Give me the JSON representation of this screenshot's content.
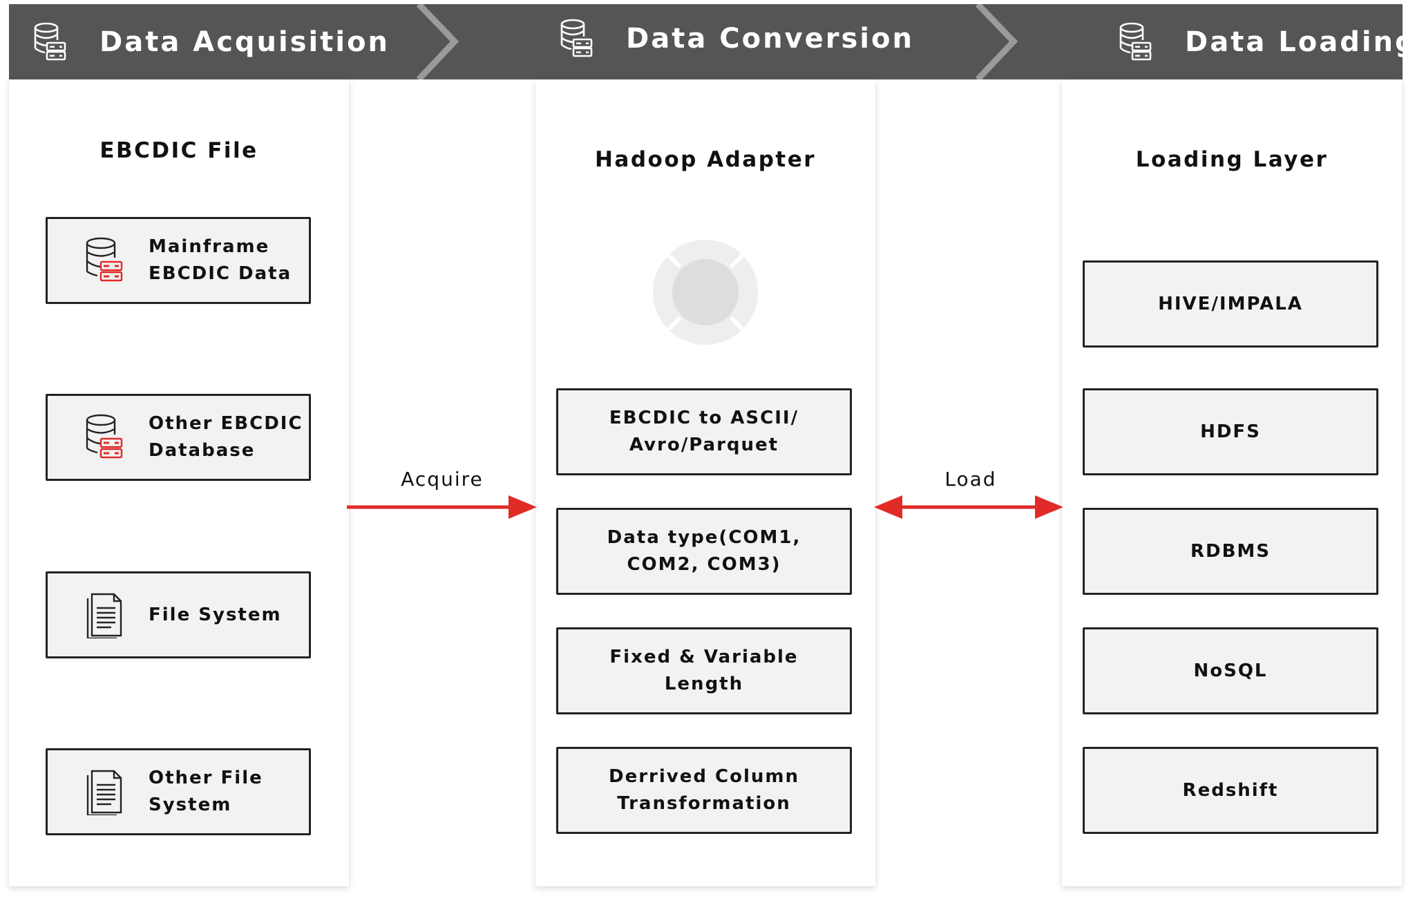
{
  "header": {
    "stages": [
      {
        "title": "Data Acquisition",
        "icon": "database-server-icon"
      },
      {
        "title": "Data Conversion",
        "icon": "database-server-icon"
      },
      {
        "title": "Data Loading",
        "icon": "database-server-icon"
      }
    ]
  },
  "acquisition": {
    "title": "EBCDIC File",
    "sources": [
      {
        "label": "Mainframe\nEBCDIC Data",
        "icon": "database-server-icon"
      },
      {
        "label": "Other EBCDIC\nDatabase",
        "icon": "database-server-icon"
      },
      {
        "label": "File System",
        "icon": "document-icon"
      },
      {
        "label": "Other File\nSystem",
        "icon": "document-icon"
      }
    ]
  },
  "conversion": {
    "title": "Hadoop Adapter",
    "logo": "hadoop-adapter-logo-icon",
    "steps": [
      "EBCDIC to ASCII/\nAvro/Parquet",
      "Data type(COM1,\nCOM2, COM3)",
      "Fixed & Variable\nLength",
      "Derrived Column\nTransformation"
    ]
  },
  "loading": {
    "title": "Loading Layer",
    "targets": [
      "HIVE/IMPALA",
      "HDFS",
      "RDBMS",
      "NoSQL",
      "Redshift"
    ]
  },
  "connectors": {
    "acquire_label": "Acquire",
    "load_label": "Load",
    "arrow_color": "#e02b27"
  },
  "colors": {
    "header_bg": "#555555",
    "chevron": "#9a9a9a",
    "accent_red": "#e02b27",
    "box_bg": "#f2f2f2"
  }
}
